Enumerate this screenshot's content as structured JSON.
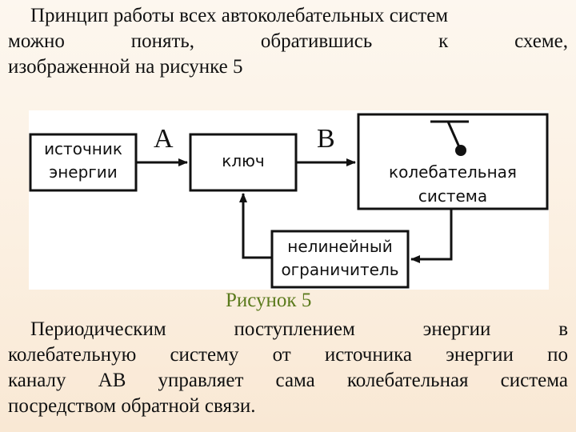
{
  "intro": {
    "line1": "Принцип работы всех автоколебательных систем",
    "line2": [
      "можно",
      "понять,",
      "обратившись",
      "к",
      "схеме,"
    ],
    "line3": "изображенной на рисунке 5"
  },
  "diagram": {
    "source": [
      "источник",
      "энергии"
    ],
    "key": "ключ",
    "oscillator": [
      "колебательная",
      "система"
    ],
    "limiter": [
      "нелинейный",
      "ограничитель"
    ],
    "point_a": "A",
    "point_b": "B"
  },
  "caption": "Рисунок 5",
  "body": {
    "line1": "Периодическим поступлением энергии в",
    "line2": "колебательную систему от источника энергии по",
    "line3": "каналу AB управляет сама колебательная система",
    "line4": "посредством обратной связи."
  }
}
